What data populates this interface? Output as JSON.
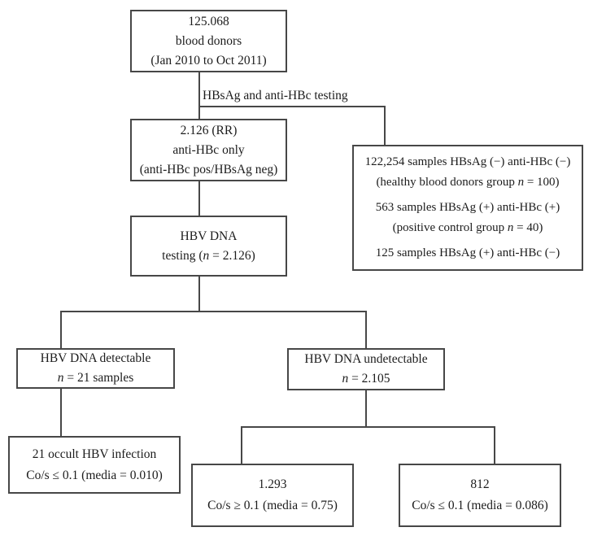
{
  "figure": {
    "background": "#ffffff",
    "line_color": "#474747",
    "text_color": "#1c1c1c"
  },
  "labels": {
    "testing_edge": "HBsAg and anti-HBc testing"
  },
  "nodes": {
    "donors": {
      "lines": [
        {
          "seg": [
            {
              "t": "125.068"
            }
          ]
        },
        {
          "seg": [
            {
              "t": "blood donors"
            }
          ]
        },
        {
          "seg": [
            {
              "t": "(Jan 2010 to Oct 2011)"
            }
          ]
        }
      ]
    },
    "anti_hbc_only": {
      "lines": [
        {
          "seg": [
            {
              "t": "2.126 (RR)"
            }
          ]
        },
        {
          "seg": [
            {
              "t": "anti-HBc only"
            }
          ]
        },
        {
          "seg": [
            {
              "t": "(anti-HBc pos/HBsAg neg)"
            }
          ]
        }
      ]
    },
    "comparison_samples": {
      "lines": [
        {
          "seg": [
            {
              "t": "122,254 samples HBsAg (−) anti-HBc (−)"
            }
          ]
        },
        {
          "seg": [
            {
              "t": "(healthy blood donors group "
            },
            {
              "t": "n",
              "i": true
            },
            {
              "t": " = 100)"
            }
          ]
        },
        {
          "gap": true,
          "seg": [
            {
              "t": "563 samples HBsAg (+) anti-HBc (+)"
            }
          ]
        },
        {
          "seg": [
            {
              "t": "(positive control group "
            },
            {
              "t": "n",
              "i": true
            },
            {
              "t": " = 40)"
            }
          ]
        },
        {
          "gap": true,
          "seg": [
            {
              "t": "125 samples HBsAg (+) anti-HBc (−)"
            }
          ]
        }
      ]
    },
    "hbv_dna_testing": {
      "lines": [
        {
          "seg": [
            {
              "t": "HBV DNA"
            }
          ]
        },
        {
          "seg": [
            {
              "t": "testing ("
            },
            {
              "t": "n",
              "i": true
            },
            {
              "t": " = 2.126)"
            }
          ]
        }
      ]
    },
    "detectable": {
      "lines": [
        {
          "seg": [
            {
              "t": "HBV DNA detectable"
            }
          ]
        },
        {
          "seg": [
            {
              "t": "n",
              "i": true
            },
            {
              "t": " = 21 samples"
            }
          ]
        }
      ]
    },
    "undetectable": {
      "lines": [
        {
          "seg": [
            {
              "t": "HBV DNA undetectable"
            }
          ]
        },
        {
          "seg": [
            {
              "t": "n",
              "i": true
            },
            {
              "t": " = 2.105"
            }
          ]
        }
      ]
    },
    "occult": {
      "lines": [
        {
          "seg": [
            {
              "t": "21 occult HBV infection"
            }
          ]
        },
        {
          "seg": [
            {
              "t": "Co/s ≤ 0.1 (media = 0.010)"
            }
          ]
        }
      ]
    },
    "cos_ge": {
      "lines": [
        {
          "seg": [
            {
              "t": "1.293"
            }
          ]
        },
        {
          "seg": [
            {
              "t": "Co/s ≥ 0.1 (media = 0.75)"
            }
          ]
        }
      ]
    },
    "cos_le": {
      "lines": [
        {
          "seg": [
            {
              "t": "812"
            }
          ]
        },
        {
          "seg": [
            {
              "t": "Co/s ≤ 0.1 (media = 0.086)"
            }
          ]
        }
      ]
    }
  }
}
